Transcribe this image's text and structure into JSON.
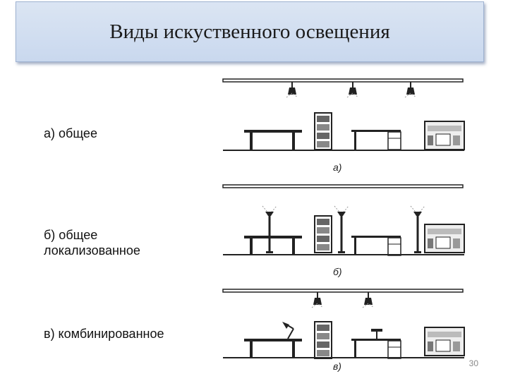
{
  "title": "Виды искуственного освещения",
  "items": [
    {
      "label": "а) общее",
      "caption": "а)"
    },
    {
      "label": "б) общее\nлокализованное",
      "caption": "б)"
    },
    {
      "label": "в) комбинированное",
      "caption": "в)"
    }
  ],
  "slide_number": "30",
  "colors": {
    "title_bg": "#d2def1",
    "title_border": "#9fb3d1",
    "ink": "#222222"
  }
}
